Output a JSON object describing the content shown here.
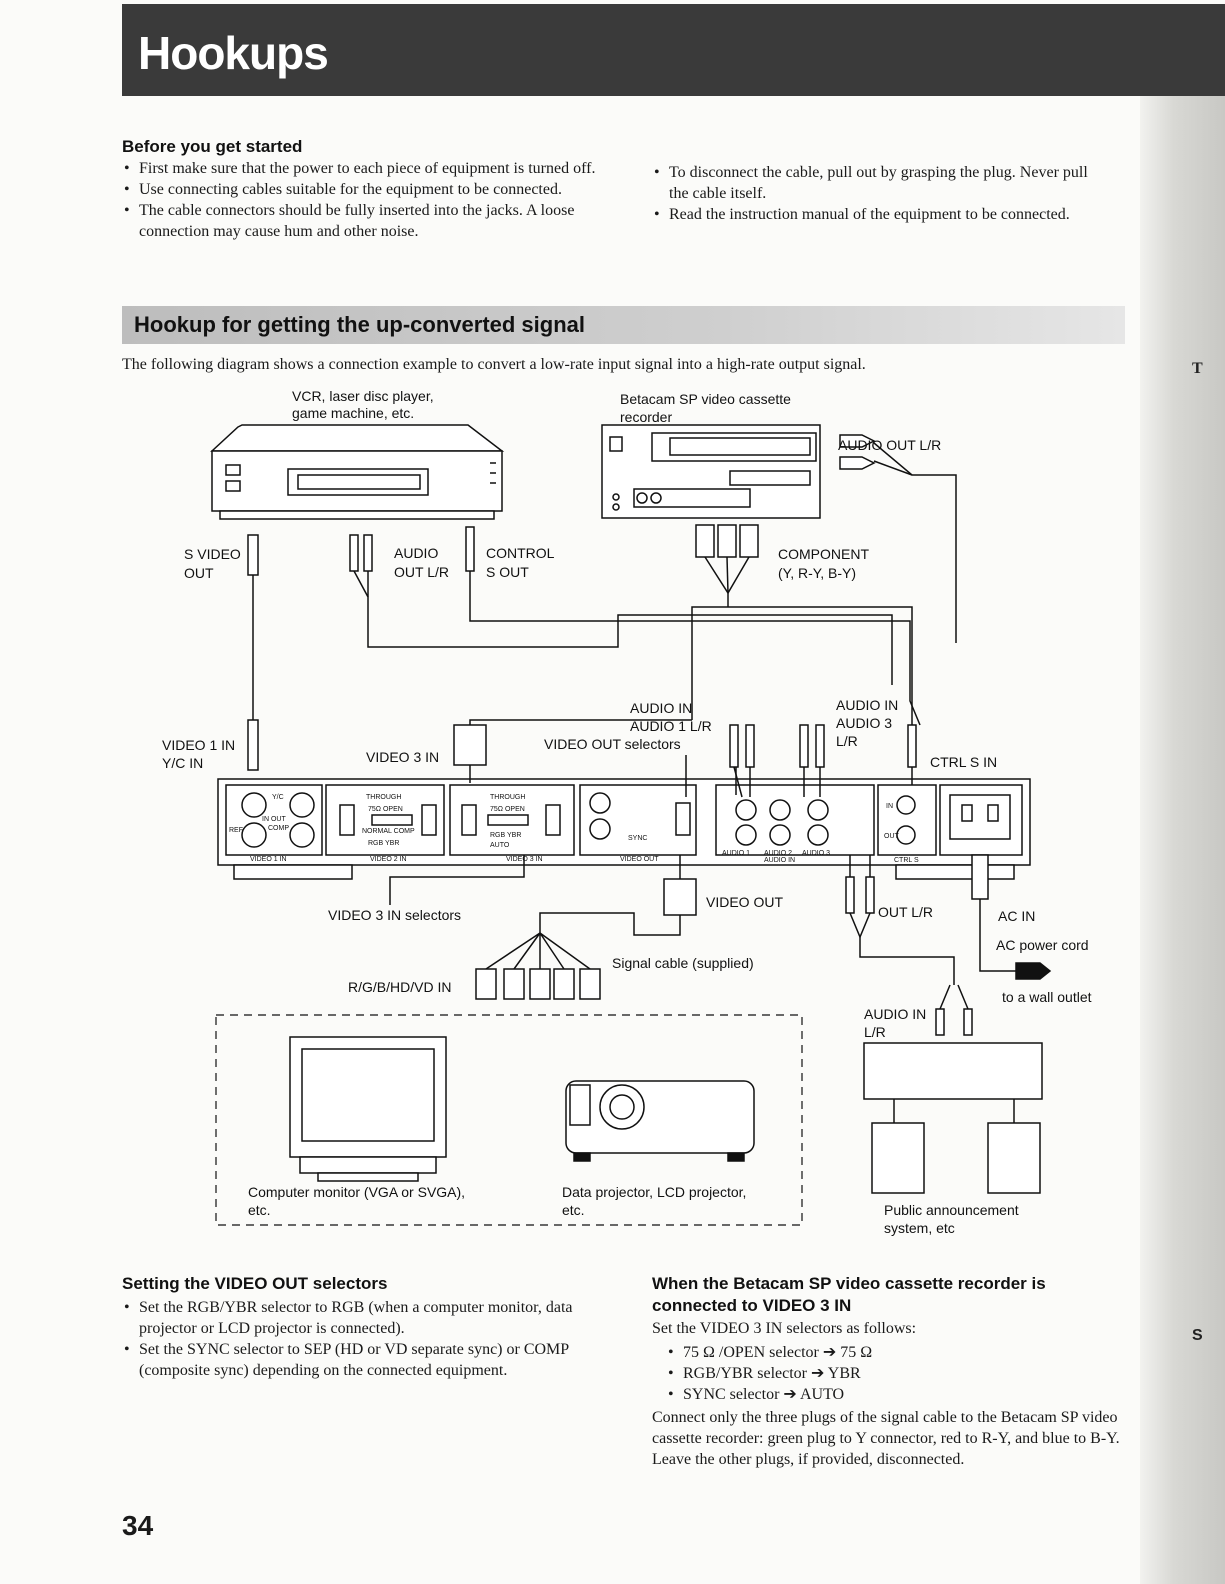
{
  "title": "Hookups",
  "before": {
    "heading": "Before you get started",
    "left_items": [
      "First make sure that the power to each piece of equipment is turned off.",
      "Use connecting cables suitable for the equipment to be connected.",
      "The cable connectors should be fully inserted into the jacks. A loose connection may cause hum and other noise."
    ],
    "right_items": [
      "To disconnect the cable, pull out by grasping the plug. Never pull the cable itself.",
      "Read the instruction manual of the equipment to be connected."
    ]
  },
  "section_title": "Hookup for getting the up-converted signal",
  "intro": "The following diagram shows a connection example to convert a low-rate input signal into a high-rate output signal.",
  "diagram": {
    "vcr": "VCR, laser disc player,",
    "vcr2": "game machine, etc.",
    "betacam": "Betacam SP video cassette",
    "betacam2": "recorder",
    "audio_out_lr": "AUDIO OUT L/R",
    "s_video": "S VIDEO",
    "s_video2": "OUT",
    "audio": "AUDIO",
    "audio2": "OUT L/R",
    "control": "CONTROL",
    "control2": "S OUT",
    "component": "COMPONENT",
    "component2": "(Y, R-Y, B-Y)",
    "audio_in1": "AUDIO IN",
    "audio_in1b": "AUDIO 1 L/R",
    "video_out_sel": "VIDEO OUT selectors",
    "audio_in3": "AUDIO IN",
    "audio_in3b": "AUDIO 3",
    "audio_in3c": "L/R",
    "video1_in": "VIDEO 1 IN",
    "video1_in2": "Y/C IN",
    "video3_in": "VIDEO 3 IN",
    "ctrl_s_in": "CTRL S IN",
    "video3_sel": "VIDEO 3 IN selectors",
    "video_out": "VIDEO OUT",
    "out_lr": "OUT L/R",
    "ac_in": "AC IN",
    "ac_cord": "AC power cord",
    "wall": "to a wall outlet",
    "signal_cable": "Signal cable (supplied)",
    "rgb": "R/G/B/HD/VD IN",
    "audio_in_lr": "AUDIO IN",
    "audio_in_lr2": "L/R",
    "monitor": "Computer monitor (VGA or SVGA),",
    "monitor2": "etc.",
    "projector": "Data projector, LCD projector,",
    "projector2": "etc.",
    "pa": "Public announcement",
    "pa2": "system, etc",
    "panel": {
      "yc": "Y/C",
      "in_out": "IN  OUT",
      "comp": "COMP",
      "ref": "REF",
      "video1": "VIDEO 1 IN",
      "video2": "VIDEO 2 IN",
      "video3": "VIDEO 3 IN",
      "through": "THROUGH",
      "open75": "75Ω  OPEN",
      "normal": "NORMAL  COMP",
      "rgb_ybr": "RGB  YBR",
      "auto": "AUTO",
      "sync": "SYNC",
      "video_out": "VIDEO OUT",
      "audio1": "AUDIO 1",
      "audio2": "AUDIO 2",
      "audio3": "AUDIO 3",
      "audio_in": "AUDIO IN",
      "ctrl_s": "CTRL S",
      "in": "IN",
      "out": "OUT"
    }
  },
  "setting": {
    "heading": "Setting the VIDEO OUT selectors",
    "items": [
      "Set the RGB/YBR selector to RGB (when a computer monitor, data projector or LCD projector is connected).",
      "Set the SYNC selector to SEP (HD or VD separate sync) or COMP (composite sync) depending on the connected equipment."
    ]
  },
  "betacam_sec": {
    "heading1": "When the Betacam SP video cassette recorder is",
    "heading2": "connected to VIDEO 3 IN",
    "lead": "Set the VIDEO 3 IN selectors as follows:",
    "items": [
      "75 Ω /OPEN selector ➔ 75 Ω",
      "RGB/YBR selector ➔ YBR",
      "SYNC selector ➔ AUTO"
    ],
    "body": "Connect only the three plugs of the signal cable to the Betacam SP video cassette recorder: green plug to Y connector, red to R-Y, and blue to B-Y. Leave the other plugs, if provided, disconnected."
  },
  "page_number": "34",
  "edge": {
    "t": "T",
    "s": "S"
  }
}
